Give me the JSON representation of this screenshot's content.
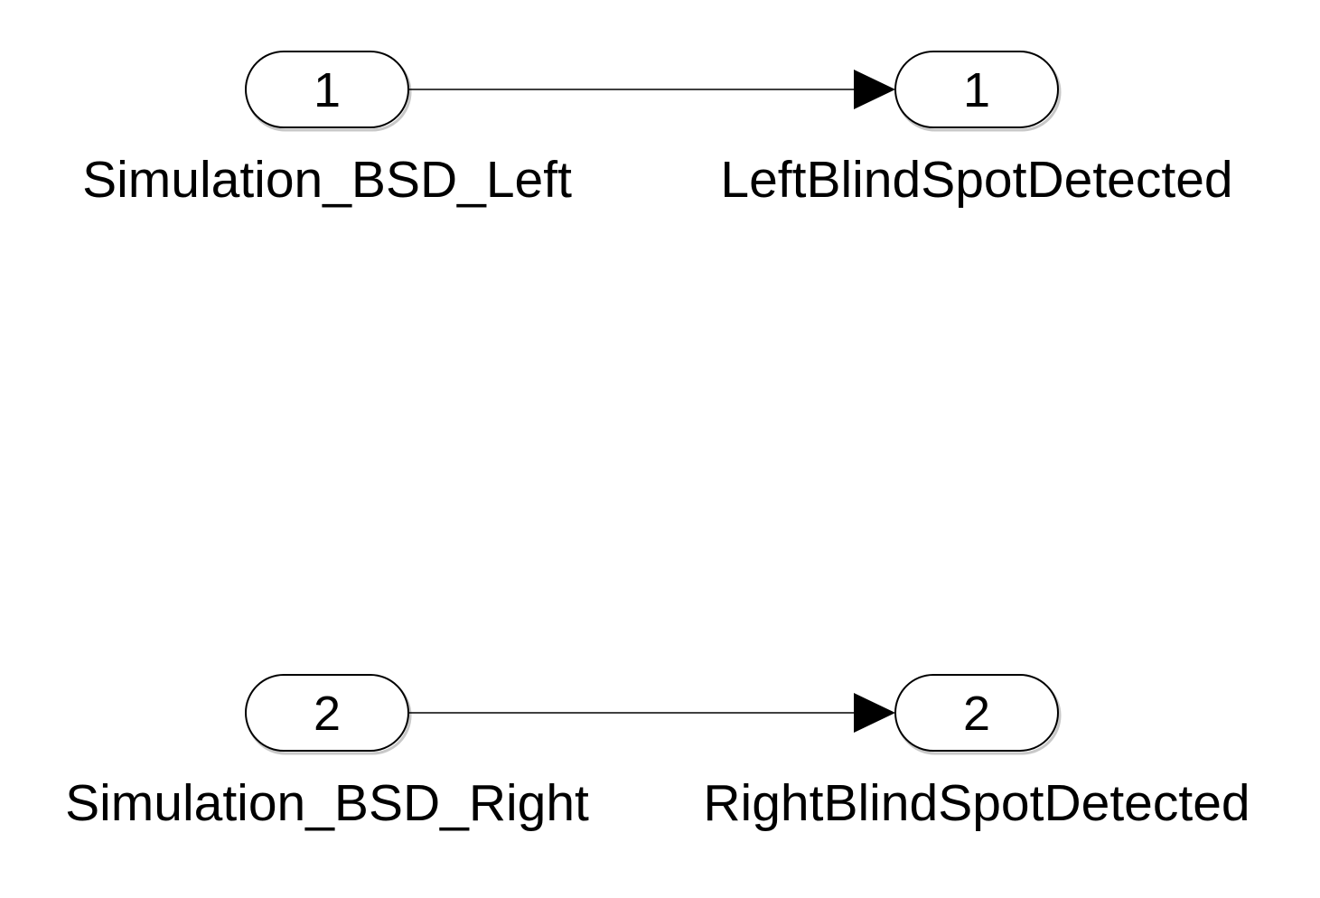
{
  "diagram": {
    "rows": [
      {
        "inport": {
          "number": "1",
          "label": "Simulation_BSD_Left"
        },
        "outport": {
          "number": "1",
          "label": "LeftBlindSpotDetected"
        }
      },
      {
        "inport": {
          "number": "2",
          "label": "Simulation_BSD_Right"
        },
        "outport": {
          "number": "2",
          "label": "RightBlindSpotDetected"
        }
      }
    ]
  }
}
